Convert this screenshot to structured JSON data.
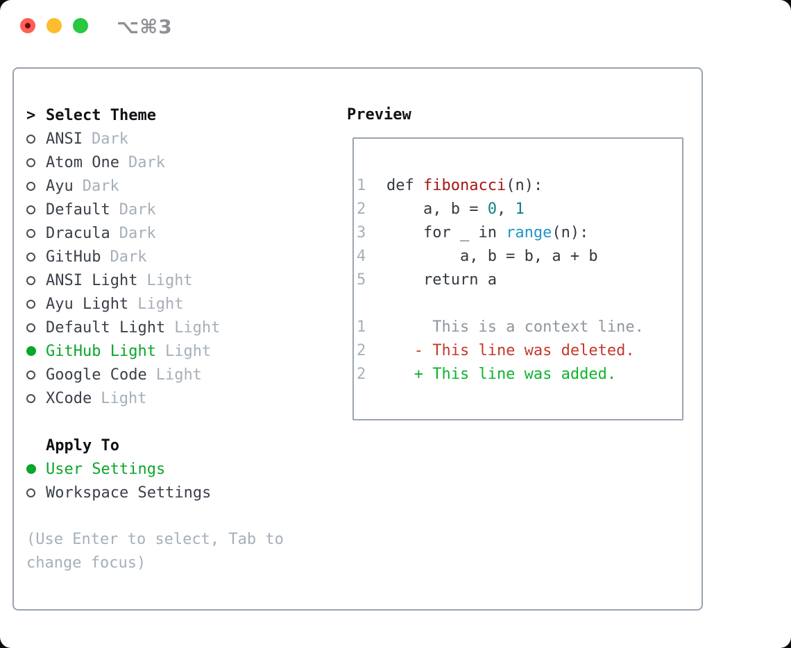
{
  "window": {
    "title": "⌥⌘3",
    "traffic_lights": [
      "close",
      "minimize",
      "zoom"
    ]
  },
  "theme_picker": {
    "header_prefix": ">",
    "header": "Select Theme",
    "themes": [
      {
        "name": "ANSI",
        "variant": "Dark",
        "selected": false
      },
      {
        "name": "Atom One",
        "variant": "Dark",
        "selected": false
      },
      {
        "name": "Ayu",
        "variant": "Dark",
        "selected": false
      },
      {
        "name": "Default",
        "variant": "Dark",
        "selected": false
      },
      {
        "name": "Dracula",
        "variant": "Dark",
        "selected": false
      },
      {
        "name": "GitHub",
        "variant": "Dark",
        "selected": false
      },
      {
        "name": "ANSI Light",
        "variant": "Light",
        "selected": false
      },
      {
        "name": "Ayu Light",
        "variant": "Light",
        "selected": false
      },
      {
        "name": "Default Light",
        "variant": "Light",
        "selected": false
      },
      {
        "name": "GitHub Light",
        "variant": "Light",
        "selected": true
      },
      {
        "name": "Google Code",
        "variant": "Light",
        "selected": false
      },
      {
        "name": "XCode",
        "variant": "Light",
        "selected": false
      }
    ],
    "apply_to": {
      "header": "Apply To",
      "options": [
        {
          "name": "User Settings",
          "selected": true
        },
        {
          "name": "Workspace Settings",
          "selected": false
        }
      ]
    },
    "hint": "(Use Enter to select, Tab to change focus)"
  },
  "preview": {
    "header": "Preview",
    "code_lines": [
      {
        "num": "1",
        "segments": [
          {
            "t": "def ",
            "c": "plain"
          },
          {
            "t": "fibonacci",
            "c": "fn"
          },
          {
            "t": "(n):",
            "c": "plain"
          }
        ]
      },
      {
        "num": "2",
        "segments": [
          {
            "t": "    a, b = ",
            "c": "plain"
          },
          {
            "t": "0",
            "c": "num"
          },
          {
            "t": ", ",
            "c": "plain"
          },
          {
            "t": "1",
            "c": "num"
          }
        ]
      },
      {
        "num": "3",
        "segments": [
          {
            "t": "    for _ in ",
            "c": "plain"
          },
          {
            "t": "range",
            "c": "builtin"
          },
          {
            "t": "(n):",
            "c": "plain"
          }
        ]
      },
      {
        "num": "4",
        "segments": [
          {
            "t": "        a, b = b, a + b",
            "c": "plain"
          }
        ]
      },
      {
        "num": "5",
        "segments": [
          {
            "t": "    return a",
            "c": "plain"
          }
        ]
      },
      {
        "num": "",
        "segments": []
      },
      {
        "num": "1",
        "segments": [
          {
            "t": "     This is a context line.",
            "c": "context"
          }
        ]
      },
      {
        "num": "2",
        "segments": [
          {
            "t": "   - This line was deleted.",
            "c": "deleted"
          }
        ]
      },
      {
        "num": "2",
        "segments": [
          {
            "t": "   + This line was added.",
            "c": "added"
          }
        ]
      }
    ]
  },
  "colors": {
    "accent_green": "#0aa629",
    "added_green": "#0db42c",
    "deleted_red": "#c4392b",
    "function_red": "#a61414",
    "builtin_blue": "#2094c9",
    "number_teal": "#0e7f85",
    "text_dark": "#3a4049",
    "header_black": "#101216",
    "muted_gray": "#a6afb9",
    "context_gray": "#8f969f",
    "border_gray": "#9aa3ae",
    "traffic_red": "#ff5f57",
    "traffic_red_dot": "#6e0b10",
    "traffic_yellow": "#febc2e",
    "traffic_green": "#28c840",
    "title_gray": "#8e9094"
  }
}
